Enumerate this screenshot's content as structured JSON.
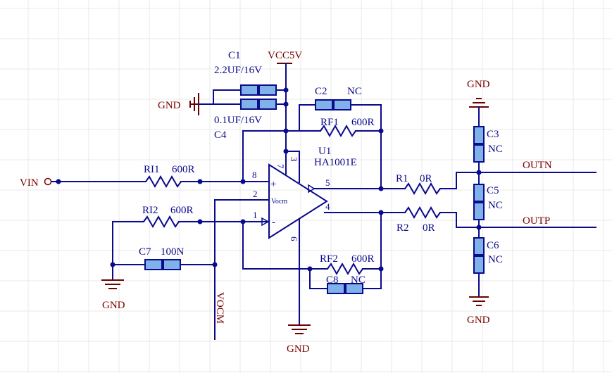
{
  "power": {
    "vcc5v": "VCC5V",
    "gnd": "GND"
  },
  "ports": {
    "vin": "VIN",
    "outn": "OUTN",
    "outp": "OUTP",
    "vocm": "VOCM"
  },
  "opamp": {
    "designator": "U1",
    "part": "HA1001E",
    "vocm_label": "Vocm",
    "plus": "+",
    "minus": "-",
    "pins": {
      "p1": "1",
      "p2": "2",
      "p3": "3",
      "p4": "4",
      "p5": "5",
      "p6": "6",
      "p7": "7",
      "p8": "8"
    }
  },
  "components": {
    "c1": {
      "ref": "C1",
      "value": "2.2UF/16V"
    },
    "c4": {
      "ref": "C4",
      "value": "0.1UF/16V"
    },
    "c2": {
      "ref": "C2",
      "value": "NC"
    },
    "rf1": {
      "ref": "RF1",
      "value": "600R"
    },
    "ri1": {
      "ref": "RI1",
      "value": "600R"
    },
    "ri2": {
      "ref": "RI2",
      "value": "600R"
    },
    "c7": {
      "ref": "C7",
      "value": "100N"
    },
    "rf2": {
      "ref": "RF2",
      "value": "600R"
    },
    "c8": {
      "ref": "C8",
      "value": "NC"
    },
    "r1": {
      "ref": "R1",
      "value": "0R"
    },
    "r2": {
      "ref": "R2",
      "value": "0R"
    },
    "c3": {
      "ref": "C3",
      "value": "NC"
    },
    "c5": {
      "ref": "C5",
      "value": "NC"
    },
    "c6": {
      "ref": "C6",
      "value": "NC"
    }
  },
  "colors": {
    "wire": "#0a0a8c",
    "net_label": "#7a0000",
    "cap_fill": "#7fb2e8",
    "grid": "#e9e9e9"
  }
}
